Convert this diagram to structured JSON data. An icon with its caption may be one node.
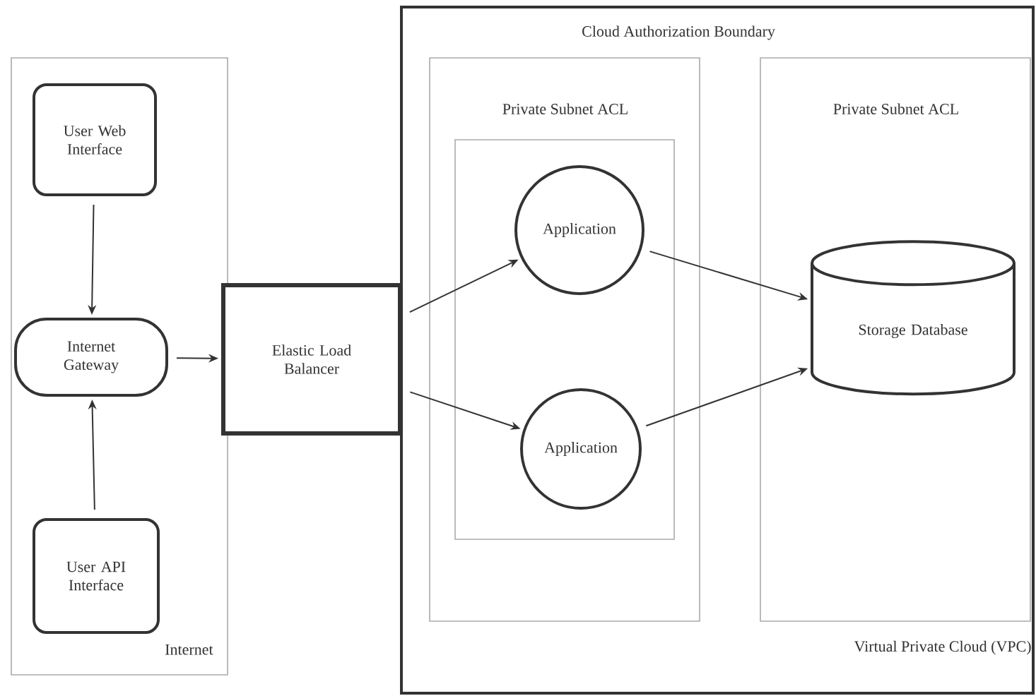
{
  "diagram": {
    "nodes": [
      {
        "text": [
          "Internet"
        ]
      },
      {
        "text": [
          "User Web Interface"
        ],
        "in": 0
      },
      {
        "text": [
          "Internet Gateway"
        ],
        "in": 0
      },
      {
        "text": [
          "User API Interface"
        ],
        "in": 0
      },
      {
        "text": [
          "Elastic Load Balancer"
        ]
      },
      {
        "text": [
          "Cloud Authorization Boundary",
          "Virtual Private Cloud (VPC)"
        ]
      },
      {
        "text": [
          "Private Subnet ACL"
        ],
        "in": 5
      },
      {
        "text": [],
        "shape": "box",
        "in": 6
      },
      {
        "text": [
          "Application"
        ],
        "in": 7
      },
      {
        "text": [
          "Application"
        ],
        "in": 7
      },
      {
        "text": [
          "Private Subnet ACL"
        ],
        "in": 5
      },
      {
        "text": [
          "Storage Database"
        ],
        "in": 10
      }
    ],
    "edges": [
      {
        "from": 1,
        "to": 2,
        "arrow": "to"
      },
      {
        "from": 3,
        "to": 2,
        "arrow": "to"
      },
      {
        "from": 2,
        "to": 4,
        "arrow": "to"
      },
      {
        "from": 4,
        "to": 8,
        "arrow": "to"
      },
      {
        "from": 4,
        "to": 9,
        "arrow": "to"
      },
      {
        "from": 8,
        "to": 11,
        "arrow": "to"
      },
      {
        "from": 9,
        "to": 11,
        "arrow": "to"
      }
    ]
  }
}
